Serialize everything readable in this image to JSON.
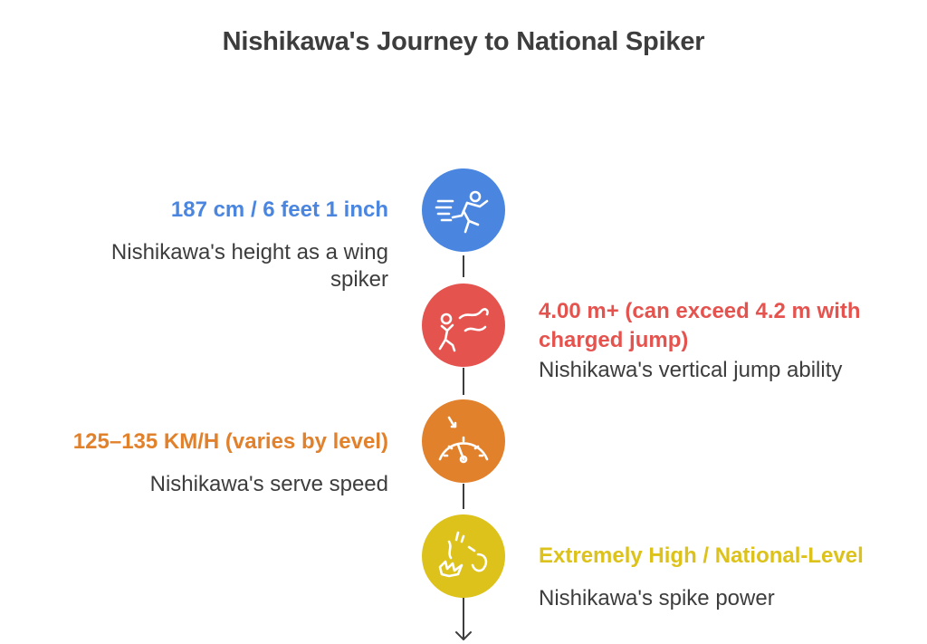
{
  "title": "Nishikawa's Journey to National Spiker",
  "colors": {
    "blue": "#4a86e0",
    "red": "#e5534f",
    "orange": "#e2812c",
    "yellow": "#dcc21a",
    "line": "#3d3d3d",
    "text": "#3d3d3d"
  },
  "milestones": [
    {
      "heading": "187 cm / 6 feet 1 inch",
      "desc_line1": "Nishikawa's height as a wing",
      "desc_line2": "spiker",
      "icon": "running-player-icon",
      "color": "#4a86e0"
    },
    {
      "heading_line1": "4.00 m+ (can exceed 4.2 m with",
      "heading_line2": "charged jump)",
      "desc": "Nishikawa's vertical jump ability",
      "icon": "jumping-player-icon",
      "color": "#e5534f"
    },
    {
      "heading": "125–135 KM/H (varies by level)",
      "desc": "Nishikawa's serve speed",
      "icon": "speedometer-icon",
      "color": "#e2812c"
    },
    {
      "heading": "Extremely High / National-Level",
      "desc": "Nishikawa's spike power",
      "icon": "spike-burst-icon",
      "color": "#dcc21a"
    }
  ]
}
